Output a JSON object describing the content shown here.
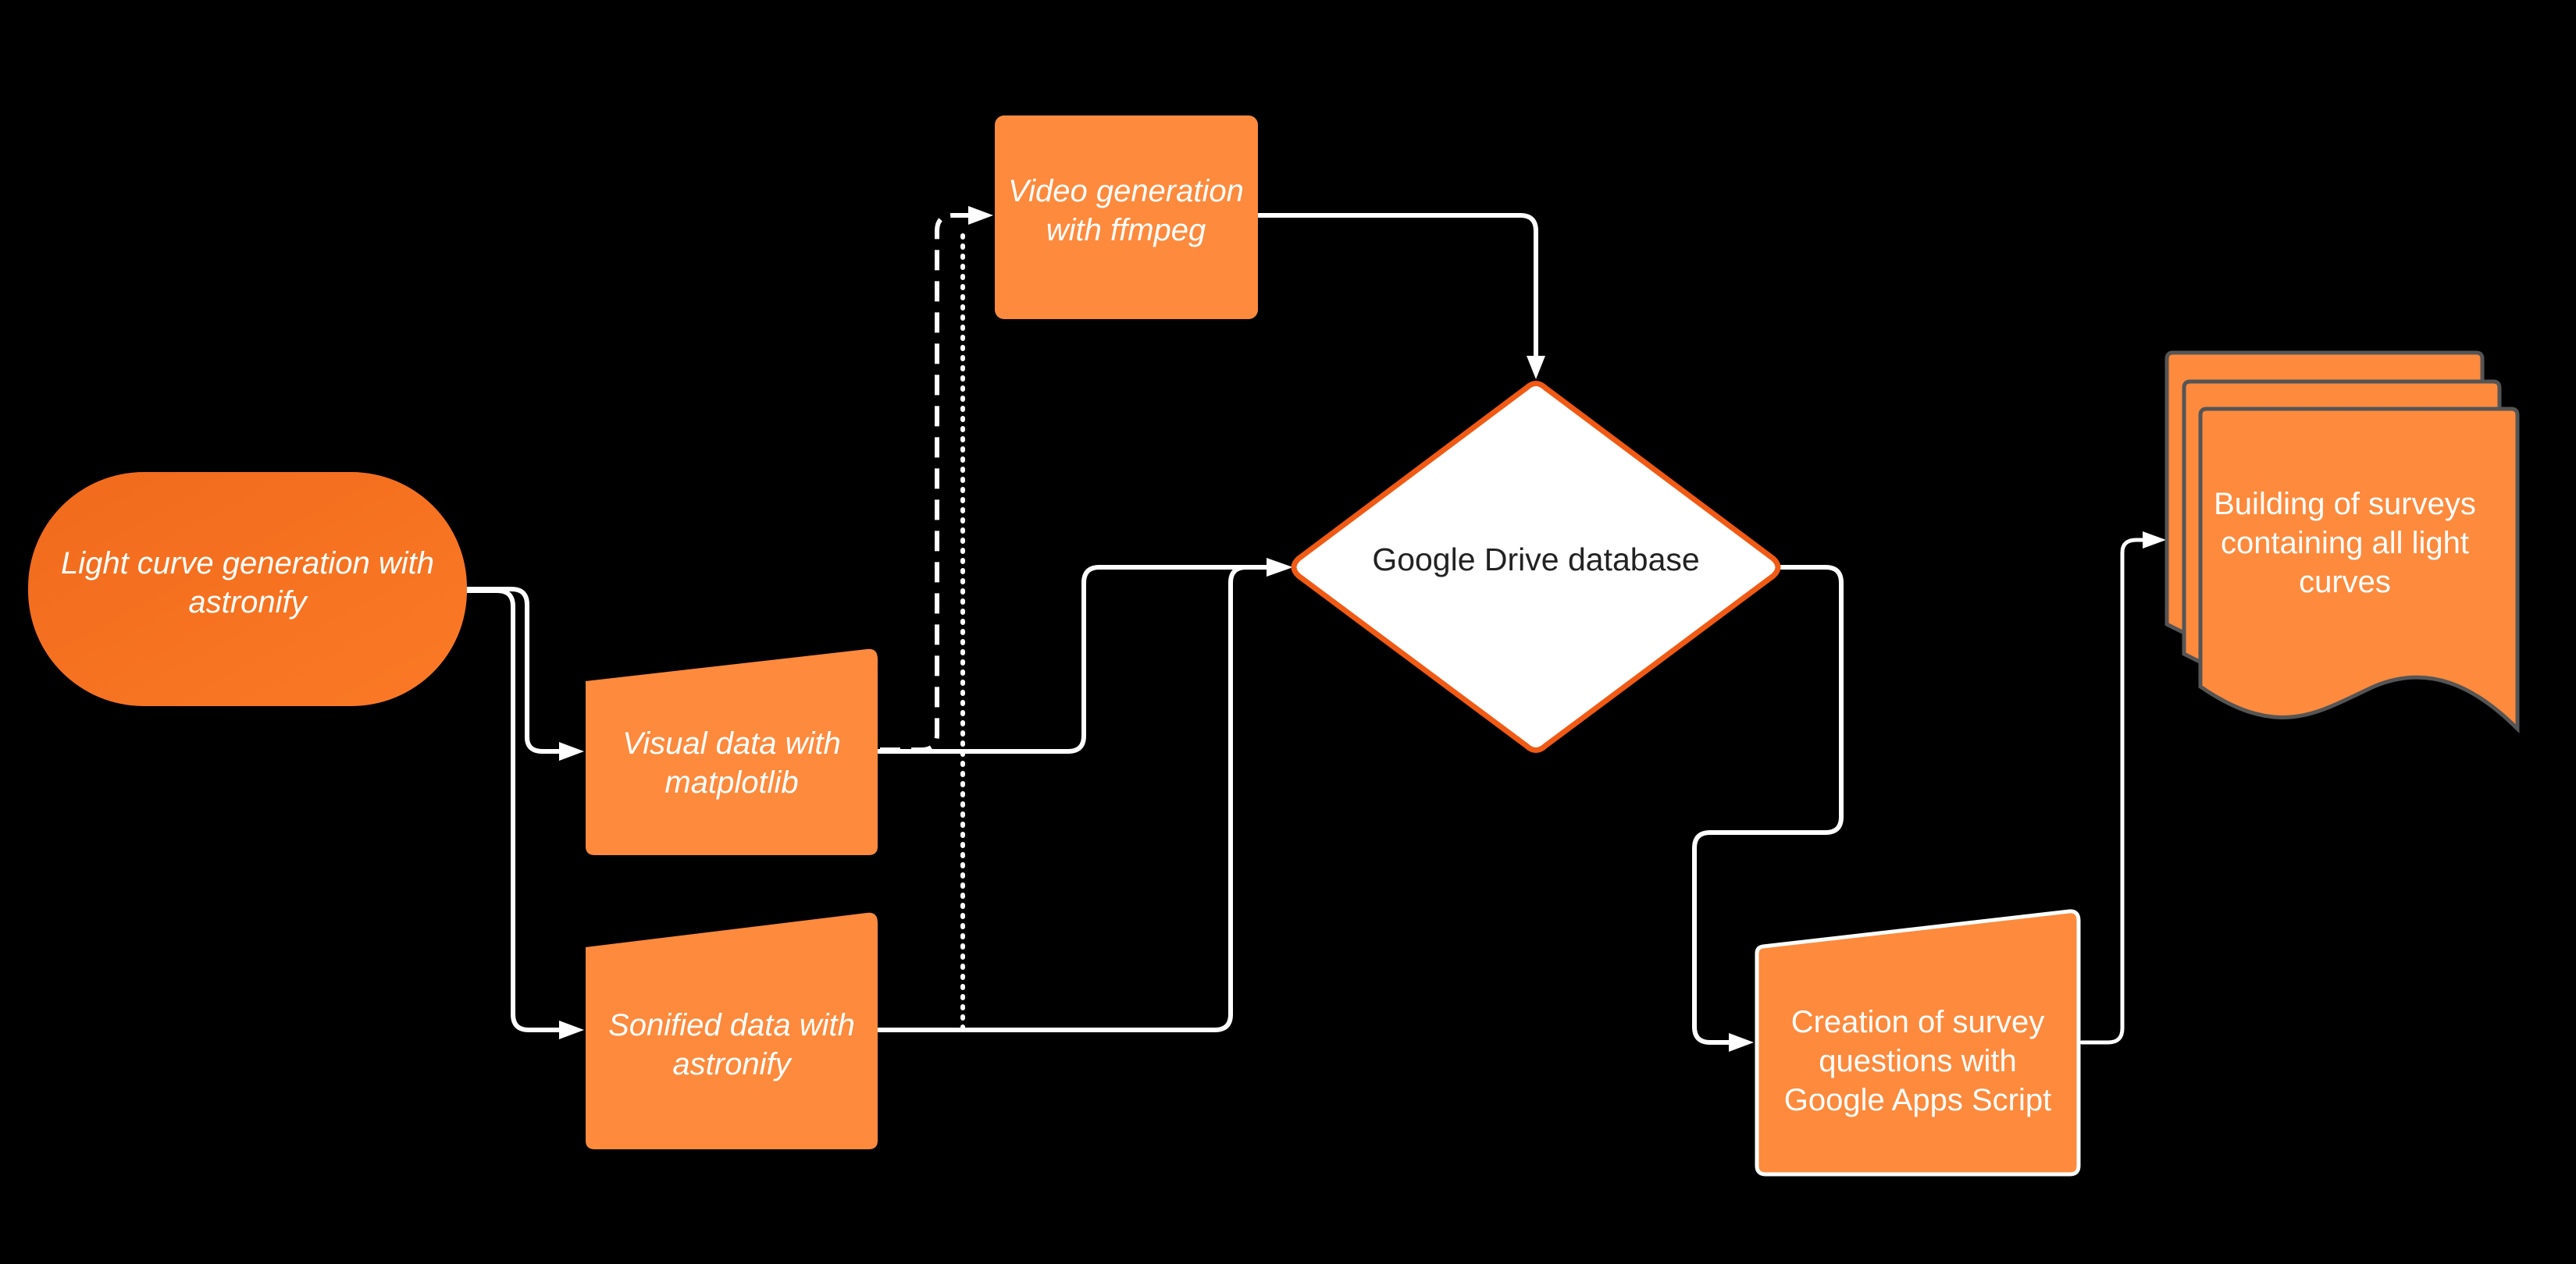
{
  "colors": {
    "background": "#000000",
    "node_fill": "#fd8a3d",
    "node_fill_start": "#f06a1c",
    "decision_fill": "#ffffff",
    "decision_stroke": "#f05a14",
    "edge": "#ffffff",
    "doc_outline": "#555555"
  },
  "nodes": {
    "start": {
      "shape": "terminator",
      "lines": [
        "Light curve generation with",
        "astronify"
      ]
    },
    "visual": {
      "shape": "manual-input",
      "lines": [
        "Visual data with",
        "matplotlib"
      ]
    },
    "sonified": {
      "shape": "manual-input",
      "lines": [
        "Sonified data with",
        "astronify"
      ]
    },
    "video": {
      "shape": "process",
      "lines": [
        "Video generation",
        "with ffmpeg"
      ]
    },
    "drive": {
      "shape": "decision",
      "lines": [
        "Google Drive database"
      ]
    },
    "survey_questions": {
      "shape": "manual-input",
      "lines": [
        "Creation of survey",
        "questions with",
        "Google Apps Script"
      ]
    },
    "surveys": {
      "shape": "multi-document",
      "lines": [
        "Building of surveys",
        "containing all light",
        "curves"
      ]
    }
  },
  "edges": [
    {
      "from": "start",
      "to": "visual",
      "style": "solid"
    },
    {
      "from": "start",
      "to": "sonified",
      "style": "solid"
    },
    {
      "from": "visual",
      "to": "video",
      "style": "dashed"
    },
    {
      "from": "sonified",
      "to": "video",
      "style": "dotted"
    },
    {
      "from": "visual",
      "to": "drive",
      "style": "solid"
    },
    {
      "from": "sonified",
      "to": "drive",
      "style": "solid"
    },
    {
      "from": "video",
      "to": "drive",
      "style": "solid"
    },
    {
      "from": "drive",
      "to": "survey_questions",
      "style": "solid"
    },
    {
      "from": "survey_questions",
      "to": "surveys",
      "style": "solid"
    }
  ]
}
